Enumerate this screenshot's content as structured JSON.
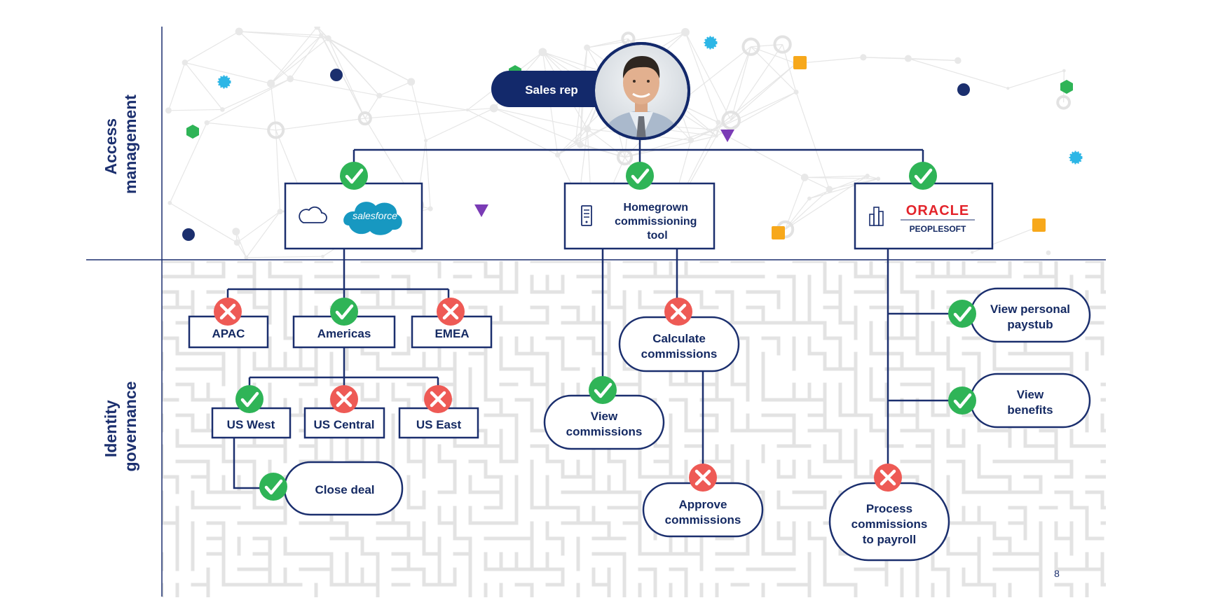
{
  "sections": {
    "top_label": [
      "Access",
      "management"
    ],
    "bottom_label": [
      "Identity",
      "governance"
    ]
  },
  "user": {
    "label": "Sales rep"
  },
  "systems": {
    "salesforce": {
      "logo_text": "salesforce",
      "status": "allowed"
    },
    "homegrown": {
      "lines": [
        "Homegrown",
        "commissioning",
        "tool"
      ],
      "status": "allowed"
    },
    "oracle": {
      "logo_text": "ORACLE",
      "sub_text": "PEOPLESOFT",
      "status": "allowed"
    }
  },
  "regions": [
    {
      "label": "APAC",
      "status": "denied"
    },
    {
      "label": "Americas",
      "status": "allowed"
    },
    {
      "label": "EMEA",
      "status": "denied"
    }
  ],
  "subregions": [
    {
      "label": "US West",
      "status": "allowed"
    },
    {
      "label": "US Central",
      "status": "denied"
    },
    {
      "label": "US East",
      "status": "denied"
    }
  ],
  "actions": {
    "close_deal": {
      "lines": [
        "Close deal"
      ],
      "status": "allowed"
    },
    "view_commissions": {
      "lines": [
        "View",
        "commissions"
      ],
      "status": "allowed"
    },
    "calculate_commissions": {
      "lines": [
        "Calculate",
        "commissions"
      ],
      "status": "denied"
    },
    "approve_commissions": {
      "lines": [
        "Approve",
        "commissions"
      ],
      "status": "denied"
    },
    "view_paystub": {
      "lines": [
        "View personal",
        "paystub"
      ],
      "status": "allowed"
    },
    "view_benefits": {
      "lines": [
        "View",
        "benefits"
      ],
      "status": "allowed"
    },
    "process_payroll": {
      "lines": [
        "Process",
        "commissions",
        "to payroll"
      ],
      "status": "denied"
    }
  },
  "page_number": "8",
  "colors": {
    "navy": "#1b2f6e",
    "allowed": "#2fb457",
    "denied": "#ee5a55",
    "salesforce": "#1798c1",
    "oracle_red": "#e3242b"
  }
}
